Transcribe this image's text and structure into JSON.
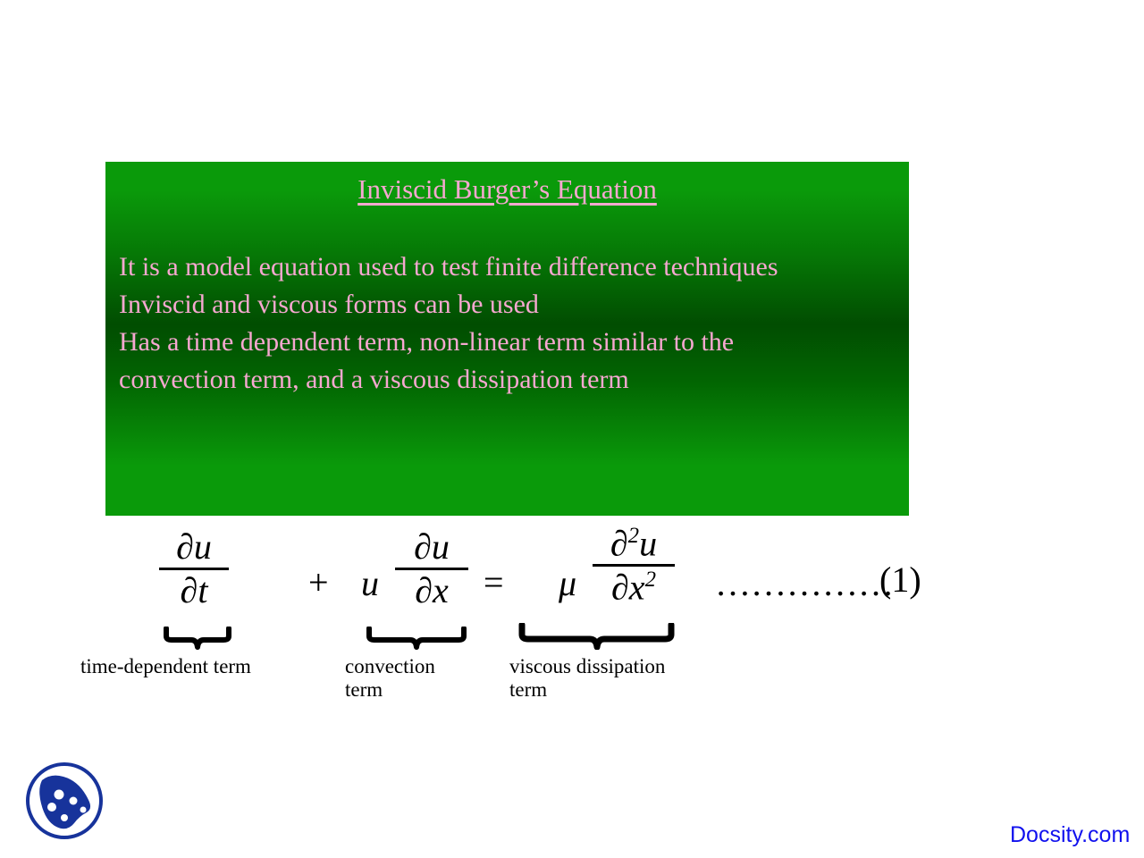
{
  "slide": {
    "background_color": "#ffffff",
    "box": {
      "gradient_top_color": "#0a9a0a",
      "gradient_mid_color": "#014d01",
      "gradient_bottom_color": "#0a9a0a",
      "text_color": "#f6a8d0",
      "title": "Inviscid Burger’s Equation",
      "body_lines": [
        "It is a model equation used to test finite difference techniques",
        "Inviscid and viscous forms can be used",
        "Has a time dependent term, non-linear term similar to the",
        "convection term, and a viscous dissipation term"
      ]
    },
    "equation": {
      "plain_text": "∂u/∂t + u ∂u/∂x = μ ∂²u/∂x²",
      "term1": {
        "numerator": "∂u",
        "denominator": "∂t"
      },
      "operator_plus": "+",
      "term2_coefficient": "u",
      "term2": {
        "numerator": "∂u",
        "denominator": "∂x"
      },
      "operator_equals": "=",
      "term3_coefficient": "μ",
      "term3": {
        "numerator_base": "∂",
        "numerator_sup": "2",
        "numerator_var": "u",
        "denominator_base": "∂x",
        "denominator_sup": "2"
      },
      "leader_dots": "……………",
      "equation_number": "(1)",
      "labels": [
        {
          "lines": [
            "time-dependent term"
          ]
        },
        {
          "lines": [
            "convection",
            "term"
          ]
        },
        {
          "lines": [
            "viscous dissipation",
            "term"
          ]
        }
      ]
    },
    "footer": {
      "wordmark": "Docsity.com",
      "wordmark_color": "#1111ee",
      "logo_color": "#17339b"
    }
  }
}
